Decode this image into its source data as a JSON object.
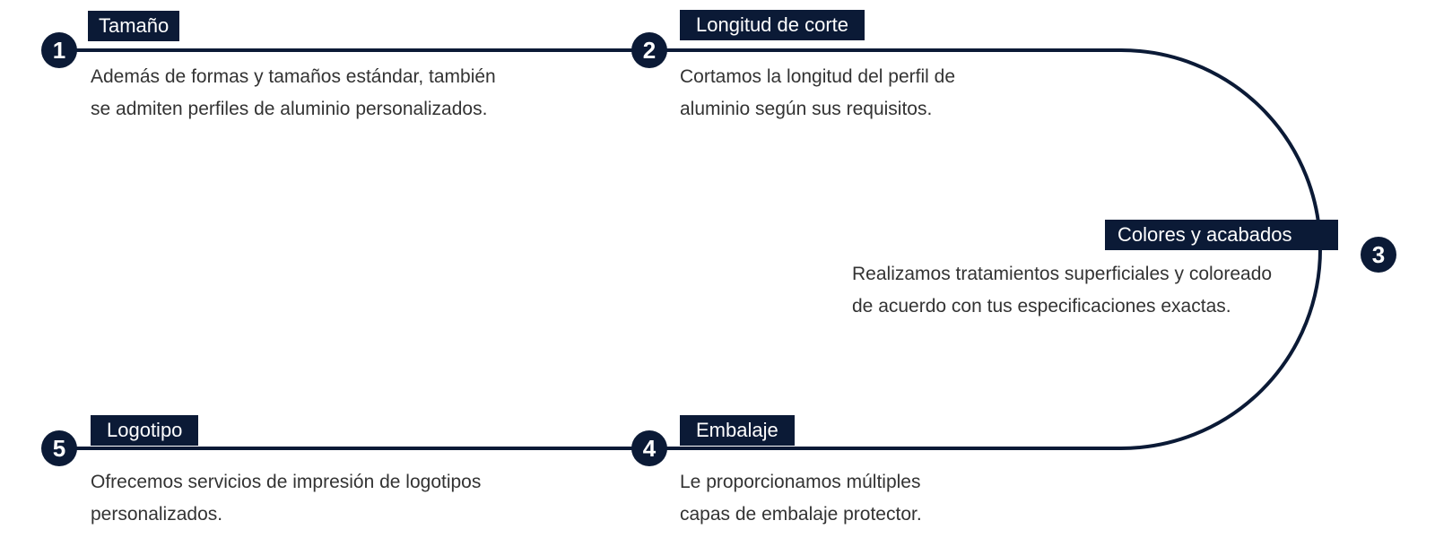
{
  "colors": {
    "accent": "#0b1a36",
    "text": "#333333",
    "background": "#ffffff"
  },
  "steps": [
    {
      "number": "1",
      "title": "Tamaño",
      "lines": [
        "Además de formas y tamaños estándar, también",
        "se admiten perfiles de aluminio personalizados."
      ]
    },
    {
      "number": "2",
      "title": "Longitud de corte",
      "lines": [
        "Cortamos la longitud del perfil de",
        "aluminio según sus requisitos."
      ]
    },
    {
      "number": "3",
      "title": "Colores y acabados",
      "lines": [
        "Realizamos tratamientos superficiales y coloreado",
        "de acuerdo con tus especificaciones exactas."
      ]
    },
    {
      "number": "4",
      "title": "Embalaje",
      "lines": [
        "Le proporcionamos múltiples",
        "capas de embalaje protector."
      ]
    },
    {
      "number": "5",
      "title": "Logotipo",
      "lines": [
        "Ofrecemos servicios de impresión de logotipos",
        "personalizados."
      ]
    }
  ]
}
